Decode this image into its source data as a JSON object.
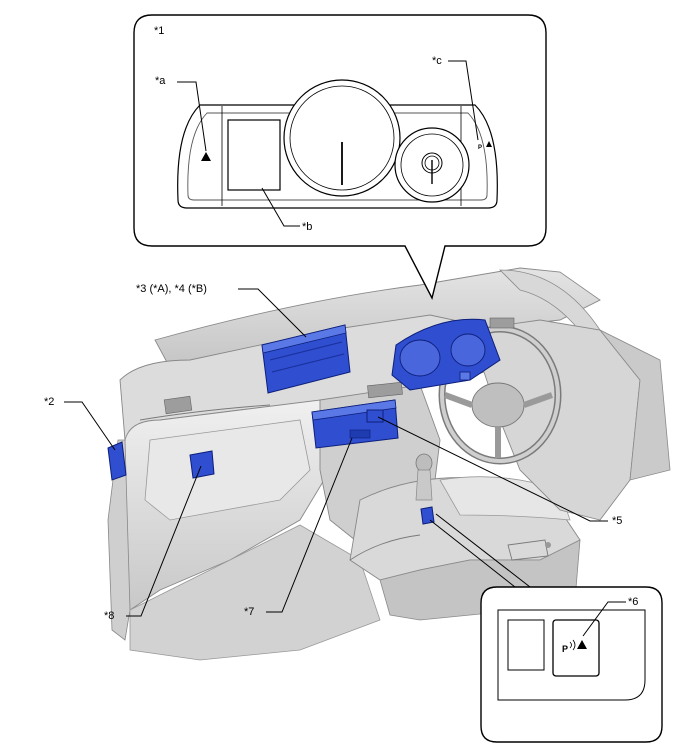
{
  "callouts": {
    "c1": "*1",
    "c2": "*2",
    "c3": "*3 (*A), *4 (*B)",
    "c5": "*5",
    "c6": "*6",
    "c7": "*7",
    "c8": "*8",
    "ca": "*a",
    "cb": "*b",
    "cc": "*c"
  },
  "indicator_text": {
    "cluster_small": "P",
    "switch_label": "P"
  },
  "icons": [
    "warning-triangle-icon",
    "parking-sensor-icon",
    "power-icon"
  ],
  "colors": {
    "highlight_blue": "#2f4fd0",
    "outline": "#000000",
    "background": "#ffffff"
  }
}
